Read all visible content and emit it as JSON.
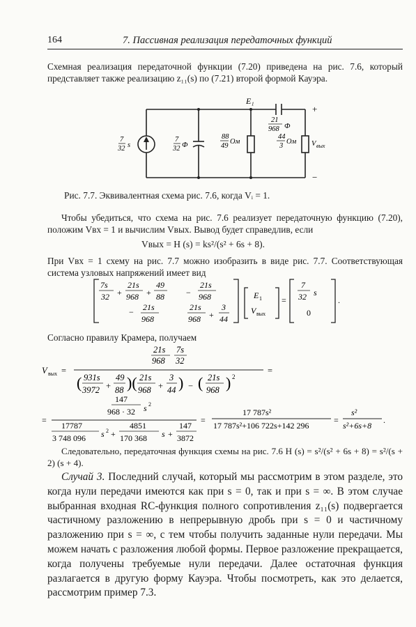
{
  "header": {
    "page_number": "164",
    "chapter_title": "7. Пассивная реализация передаточных функций"
  },
  "intro": {
    "text": "Схемная реализация передаточной функции (7.20) приведена на рис. 7.6, который представляет также реализацию z₁₁(s) по (7.21) второй формой Кауэра."
  },
  "circuit": {
    "node_label": "E₁",
    "plus": "+",
    "minus": "−",
    "source_label": "7/32 s",
    "c1_label": "7/32 Ф",
    "r1_label": "88/49 Ом",
    "r2_label": "44/3 Ом",
    "vout_label": "Vвых",
    "cs_label": "21/968 Ф"
  },
  "figure_caption": "Рис. 7.7. Эквивалентная схема рис. 7.6, когда Vᵢ = 1.",
  "para2": {
    "text": "Чтобы убедиться, что схема на рис. 7.6 реализует передаточную функцию (7.20), положим Vвх = 1 и вычислим Vвых. Вывод будет справедлив, если"
  },
  "eq1": "Vвых = H (s) = ks²/(s² + 6s + 8).",
  "para3": {
    "text": "При Vвх = 1 схему на рис. 7.7 можно изобразить в виде рис. 7.7. Соответствующая система узловых напряжений имеет вид"
  },
  "matrix": {
    "a11": "7s/32 + 21s/968 + 49/88",
    "a12": "− 21s/968",
    "a21": "− 21s/968",
    "a22": "21s/968 + 3/44",
    "x1": "E₁",
    "x2": "Vвых",
    "b1": "7/32 s",
    "b2": "0"
  },
  "para4": "Согласно правилу Крамера, получаем",
  "cramer": {
    "lhs": "Vвых =",
    "numerator": "21s/968 · 7s/32",
    "denominator": "(931s/3972 + 49/88)(21s/968 + 3/44) − (21s/968)²",
    "equals": "="
  },
  "result": {
    "num": "147/(968·32) s²",
    "den": "17787/3748096 s² + 4851/170368 s + 147/3872",
    "mid_num": "17 787s²",
    "mid_den": "17 787s²+106 722s+142 296",
    "end_num": "s²",
    "end_den": "s²+6s+8"
  },
  "para5": "Следовательно, передаточная функция схемы на рис. 7.6 H (s) = s²/(s² + 6s + 8) = s²/(s + 2) (s + 4).",
  "case3": {
    "heading": "Случай 3.",
    "text": "Последний случай, который мы рассмотрим в этом разделе, это когда нули передачи имеются как при s = 0, так и при s = ∞. В этом случае выбранная входная RC-функция полного сопротивления z₁₁(s) подвергается частичному разложению в непрерывную дробь при s = 0 и частичному разложению при s = ∞, с тем чтобы получить заданные нули передачи. Мы можем начать с разложения любой формы. Первое разложение прекращается, когда получены требуемые нули передачи. Далее остаточная функция разлагается в другую форму Кауэра. Чтобы посмотреть, как это делается, рассмотрим пример 7.3."
  }
}
